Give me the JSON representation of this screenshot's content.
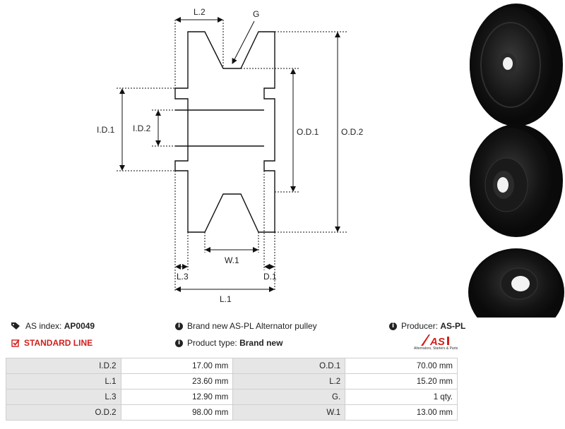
{
  "drawing": {
    "labels": {
      "l2": "L.2",
      "g": "G",
      "id1": "I.D.1",
      "id2": "I.D.2",
      "od1": "O.D.1",
      "od2": "O.D.2",
      "w1": "W.1",
      "l3": "L.3",
      "d1": "D.1",
      "l1": "L.1"
    }
  },
  "info": {
    "as_index_label": "AS index:",
    "as_index_value": "AP0049",
    "standard_line": "STANDARD LINE",
    "description": "Brand new AS-PL Alternator pulley",
    "product_type_label": "Product type:",
    "product_type_value": "Brand new",
    "producer_label": "Producer:",
    "producer_value": "AS-PL"
  },
  "logo": {
    "text": "AS",
    "tagline": "Alternators, Starters & Parts",
    "color": "#d0201d"
  },
  "specs": [
    [
      "I.D.2",
      "17.00 mm",
      "O.D.1",
      "70.00 mm"
    ],
    [
      "L.1",
      "23.60 mm",
      "L.2",
      "15.20 mm"
    ],
    [
      "L.3",
      "12.90 mm",
      "G.",
      "1 qty."
    ],
    [
      "O.D.2",
      "98.00 mm",
      "W.1",
      "13.00 mm"
    ]
  ]
}
